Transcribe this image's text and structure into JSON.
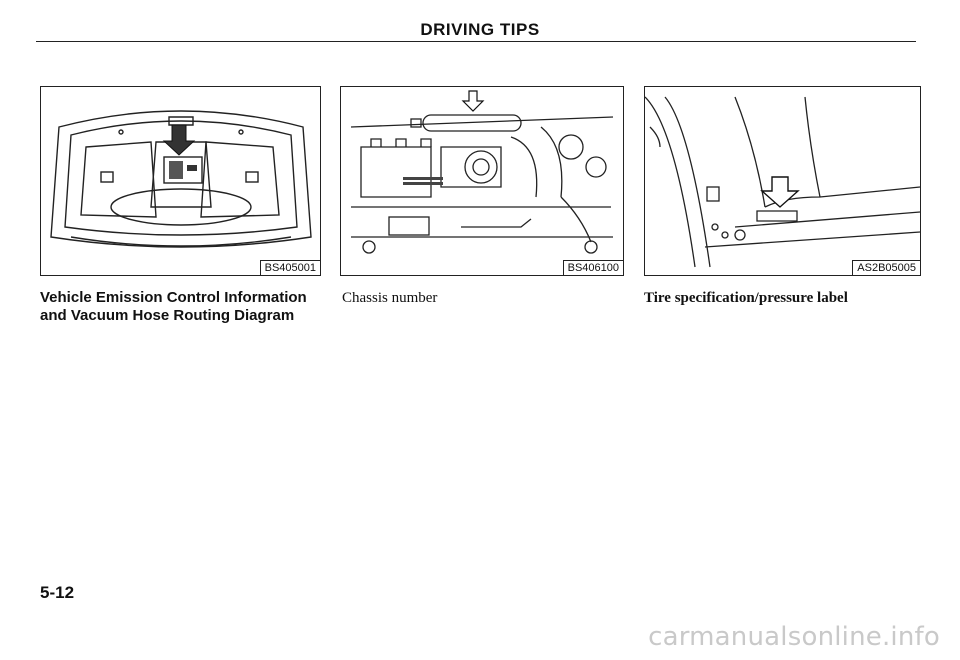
{
  "header": {
    "title": "DRIVING TIPS"
  },
  "figures": [
    {
      "code": "BS405001",
      "caption": "Vehicle Emission Control Information and Vacuum Hose Routing Diagram"
    },
    {
      "code": "BS406100",
      "caption": "Chassis number"
    },
    {
      "code": "AS2B05005",
      "caption": "Tire specification/pressure label"
    }
  ],
  "footer": {
    "page_number": "5-12"
  },
  "watermark": "carmanualsonline.info",
  "icons": [
    "down-arrow-icon"
  ]
}
